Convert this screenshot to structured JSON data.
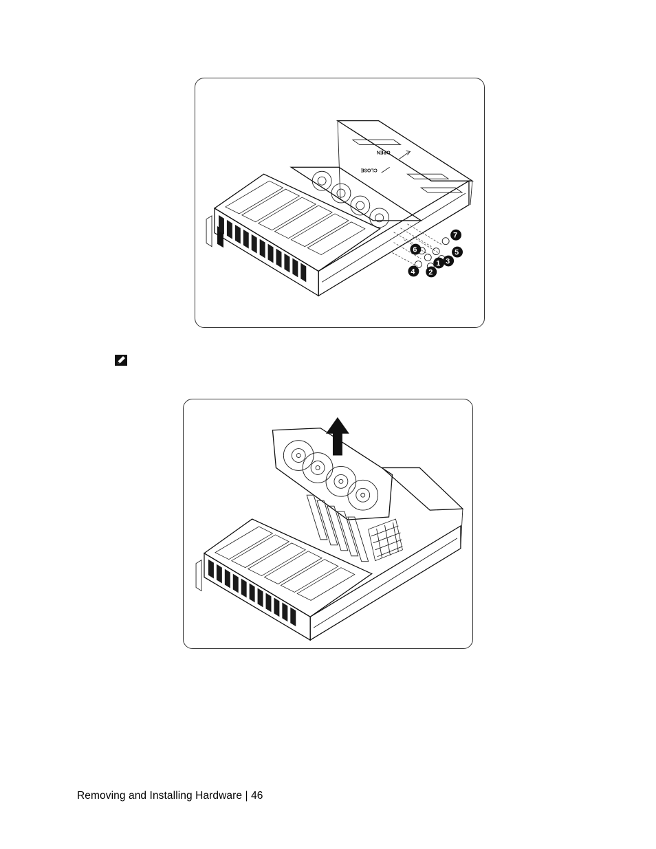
{
  "figure1": {
    "lid_labels": [
      "OPEN",
      "CLOSE"
    ],
    "callouts": [
      "7",
      "6",
      "5",
      "1",
      "3",
      "4",
      "2"
    ]
  },
  "note": {
    "icon": "pencil-note-icon"
  },
  "footer": {
    "text": "Removing and Installing Hardware | 46"
  }
}
